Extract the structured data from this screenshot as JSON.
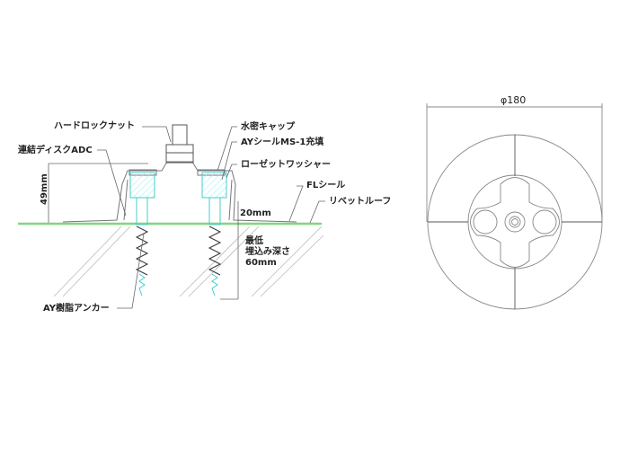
{
  "labels": {
    "hard_lock_nut": "ハードロックナット",
    "connect_disk": "連結ディスクADC",
    "water_cap": "水密キャップ",
    "ay_seal": "AYシールMS-1充填",
    "rosette_washer": "ローゼットワッシャー",
    "fl_seal": "FLシール",
    "rivet_roof": "リベットルーフ",
    "dim_49": "49mm",
    "dim_20": "20mm",
    "min_depth_1": "最低",
    "min_depth_2": "埋込み深さ",
    "min_depth_3": "60mm",
    "anchor": "AY樹脂アンカー",
    "diameter": "φ180"
  },
  "colors": {
    "ground": "#7fd67f",
    "seal": "#7ee0e0",
    "line": "#666666"
  }
}
